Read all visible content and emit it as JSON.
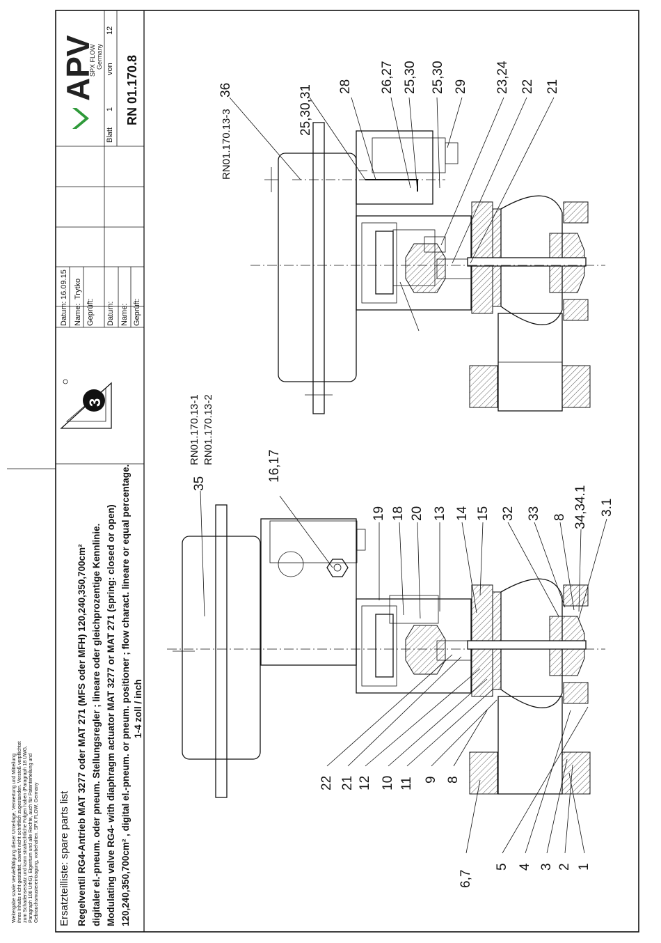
{
  "notice": [
    "Weitergabe sowie Vervielfältigung dieser Unterlage, Verwertung und Mitteilung",
    "ihres Inhalts nicht gestattet, soweit nicht schriftlich zugestanden. Verstoß verpflichtet",
    "zum Schadensersatz und kann strafrechtliche Folgen haben (Paragraph 18 UWG,",
    "Paragraph 106 UrhG). Eigentum und alle Rechte, auch für Patenterteilung und",
    "Gebrauchsmustereintragung, vorbehalten. SPX FLOW, Germany"
  ],
  "title": {
    "heading": "Ersatzteilliste: spare parts list",
    "line1": "Regelventil RG4-Antrieb MAT 3277  oder MAT 271 (MFS oder MFH) 120,240,350,700cm²",
    "line2": "digitaler el.-pneum. oder pneum. Stellungsregler ; lineare oder gleichprozentige Kennlinie.",
    "line3": "Modulating valve RG4- with diaphragm actuator MAT 3277 or MAT 271 (spring: closed or open)",
    "line4": "120,240,350,700cm² , digital el.-pneum. or pneum. positioner ; flow charact. lineare or equal percentage.",
    "line5": "1-4 zoll / inch"
  },
  "title_block": {
    "datum_label": "Datum:",
    "name_label": "Name:",
    "geprueft_label": "Geprüft:",
    "datum_value": "16.09.15",
    "name_value": "Trytko",
    "datum2_label": "Datum:",
    "name2_label": "Name:",
    "geprueft2_label": "Geprüft:",
    "blatt_label": "Blatt",
    "blatt_value": "1",
    "von_label": "von",
    "von_value": "12",
    "doc_number": "RN 01.170.8"
  },
  "brand": {
    "logo": "APV",
    "sub1": "SPX FLOW",
    "sub2": "Germany",
    "projection_symbol": "3"
  },
  "refs": {
    "ref1": "RN01.170.13-1",
    "ref2": "RN01.170.13-2",
    "ref3": "RN01.170.13-3"
  },
  "labels_bottom": [
    "35",
    "16,17",
    "19",
    "18",
    "20",
    "13",
    "14",
    "15",
    "32",
    "33",
    "8",
    "34,34.1",
    "3.1"
  ],
  "labels_bottom_left": [
    "22",
    "21",
    "12",
    "10",
    "11",
    "9",
    "8"
  ],
  "labels_far_left": [
    "6,7",
    "5",
    "4",
    "3",
    "2",
    "1"
  ],
  "labels_top": [
    "36",
    "25,30,31",
    "28",
    "26,27",
    "25,30",
    "25,30",
    "29",
    "23,24",
    "22",
    "21"
  ]
}
